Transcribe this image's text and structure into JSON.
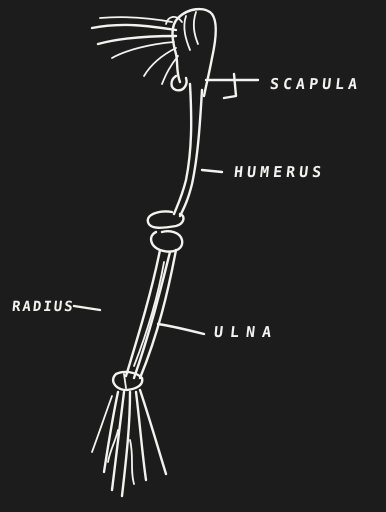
{
  "diagram": {
    "stroke_color": "#f2f2f0",
    "background_color": "#1c1c1c",
    "labels": {
      "scapula": "SCAPULA",
      "humerus": "HUMERUS",
      "radius": "RADIUS",
      "ulna": "ULNA"
    }
  }
}
